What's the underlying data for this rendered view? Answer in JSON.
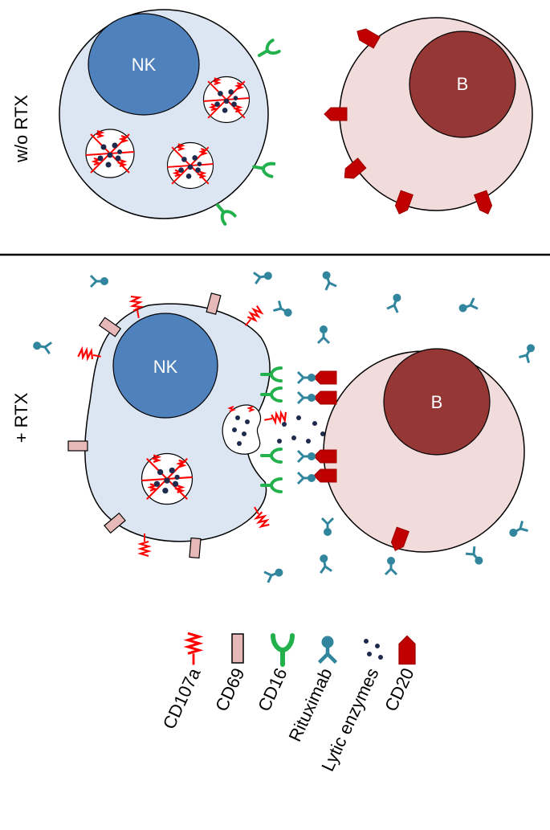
{
  "panels": {
    "top": {
      "label": "w/o RTX",
      "nk_label": "NK",
      "b_label": "B"
    },
    "bottom": {
      "label": "+ RTX",
      "nk_label": "NK",
      "b_label": "B"
    }
  },
  "legend": {
    "items": [
      {
        "key": "cd107a",
        "label": "CD107a"
      },
      {
        "key": "cd69",
        "label": "CD69"
      },
      {
        "key": "cd16",
        "label": "CD16"
      },
      {
        "key": "rituximab",
        "label": "Rituximab"
      },
      {
        "key": "lytic",
        "label": "Lytic enzymes"
      },
      {
        "key": "cd20",
        "label": "CD20"
      }
    ]
  },
  "colors": {
    "nk_cell": "#dce6f2",
    "nk_nucleus": "#4f81bd",
    "b_cell": "#f2dcdb",
    "b_nucleus": "#953735",
    "cd107a": "#ff0000",
    "cd69": "#e6b9b8",
    "cd16": "#22b14c",
    "rituximab": "#31859c",
    "lytic": "#1f2b4d",
    "cd20": "#c00000"
  }
}
